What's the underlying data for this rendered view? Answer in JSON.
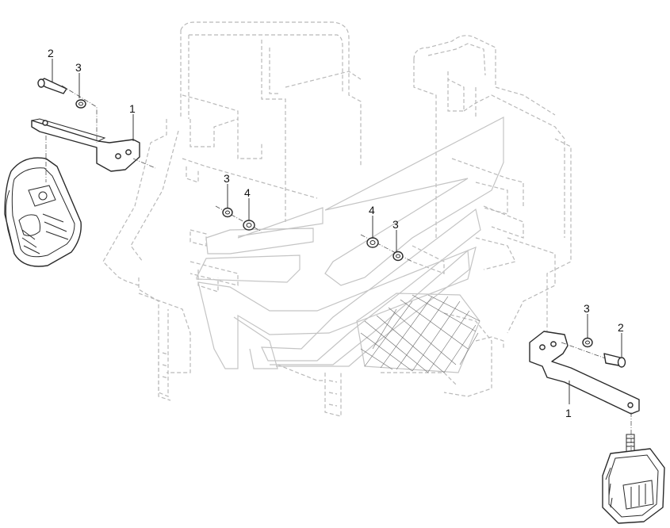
{
  "callouts": [
    {
      "id": "c1",
      "text": "1"
    },
    {
      "id": "c2",
      "text": "2"
    },
    {
      "id": "c3",
      "text": "3"
    },
    {
      "id": "c4",
      "text": "3"
    },
    {
      "id": "c5",
      "text": "4"
    },
    {
      "id": "c6",
      "text": "4"
    },
    {
      "id": "c7",
      "text": "3"
    },
    {
      "id": "c8",
      "text": "3"
    },
    {
      "id": "c9",
      "text": "2"
    },
    {
      "id": "c10",
      "text": "1"
    }
  ],
  "parts": {
    "1": "bracket",
    "2": "bolt",
    "3": "washer",
    "4": "nut"
  },
  "colors": {
    "ghost": "#b9b9b9",
    "part": "#2a2a2a",
    "background": "#ffffff"
  }
}
